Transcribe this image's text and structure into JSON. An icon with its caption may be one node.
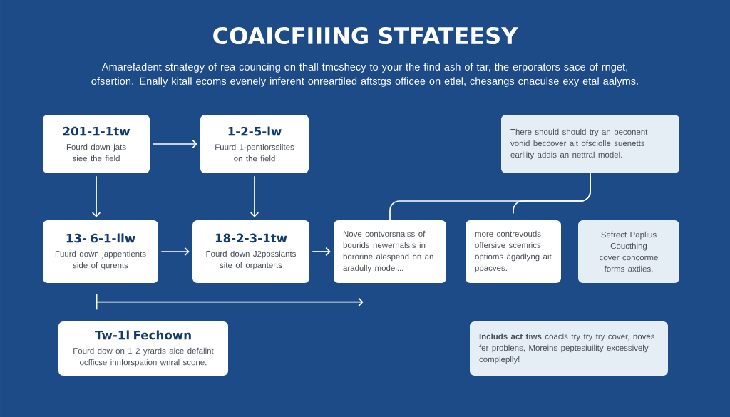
{
  "diagram": {
    "title": "COAICFIIING STFATEESY",
    "nodes": [
      {
        "text": [
          "201-1-1tw",
          "Fourd down jats siee the field"
        ]
      },
      {
        "text": [
          "1-2-5-lw",
          "Fuurd 1-pentiorssiites on the field"
        ]
      },
      {
        "text": [
          "There should should try an beconent vonid beccover ait ofsciolle suenetts earliity addis an nettral model."
        ]
      },
      {
        "text": [
          "13- 6-1-llw",
          "Fuurd down jappentients side of qurents"
        ]
      },
      {
        "text": [
          "18-2-3-1tw",
          "Fourd down J2possiants site of orpanterts"
        ]
      },
      {
        "text": [
          "Nove contvorsnaiss of bourids newernalsis in bororine alespend on an aradully model..."
        ]
      },
      {
        "text": [
          "more contrevouds offersive scemrics optioms agadlyng ait ppacves."
        ]
      },
      {
        "text": [
          "Sefrect Paplius Coucthing cover concorme forms axtiies."
        ]
      },
      {
        "text": [
          "Tw-1l Fechown",
          "Fourd dow on 1 2 yrards aice defaiint ocfficse innforspation wnral scone."
        ]
      },
      {
        "text": [
          "**Includs act tiws** coacls try try try cover, noves fer problens, Moreins peptesiuility excessively compleplly!"
        ]
      }
    ],
    "edges": [
      {
        "from": 0,
        "to": 1,
        "arrow": "to"
      },
      {
        "from": 0,
        "to": 3,
        "arrow": "to"
      },
      {
        "from": 1,
        "to": 4,
        "arrow": "to"
      },
      {
        "from": 3,
        "to": 4,
        "arrow": "to"
      },
      {
        "from": 4,
        "to": 5,
        "arrow": "to"
      },
      {
        "from": 2,
        "to": 5,
        "arrow": "none"
      },
      {
        "from": 2,
        "to": 6,
        "arrow": "none"
      },
      {
        "from": 8,
        "to": null,
        "arrow": "to"
      }
    ],
    "labels": [
      "Amarefadent stnategy of rea councing on thall tmcshecy to your the find ash of tar, the erporators sace of rnget, ofsertion. Enally kitall ecoms evenely inferent onreartiled aftstgs officee on etlel, chesangs cnaculse exy etal aalyms."
    ]
  }
}
